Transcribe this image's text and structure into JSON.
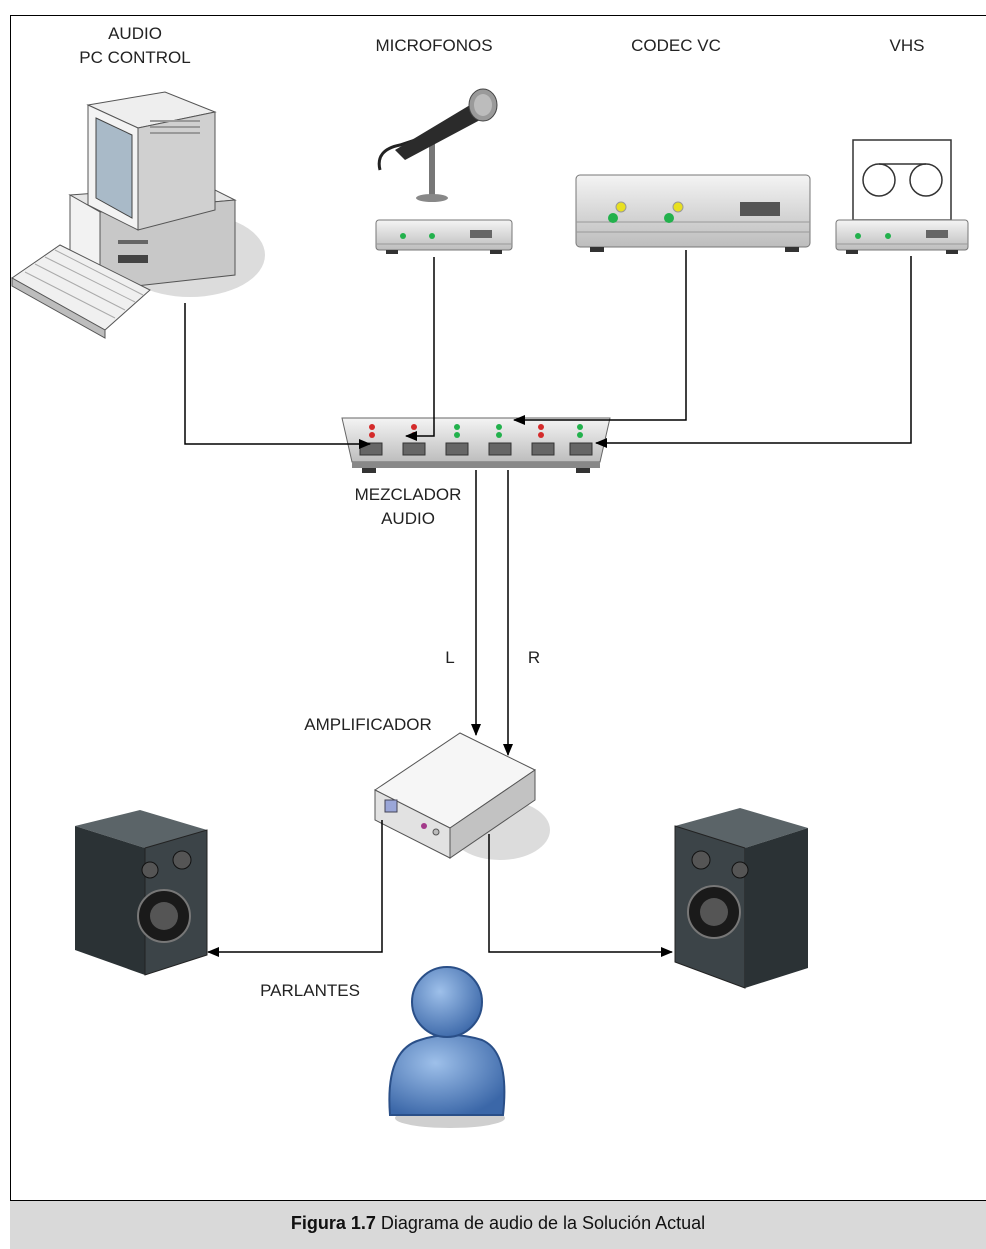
{
  "labels": {
    "pc_line1": "AUDIO",
    "pc_line2": "PC CONTROL",
    "microfonos": "MICROFONOS",
    "codec": "CODEC VC",
    "vhs": "VHS",
    "mezclador_line1": "MEZCLADOR",
    "mezclador_line2": "AUDIO",
    "left_channel": "L",
    "right_channel": "R",
    "amplificador": "AMPLIFICADOR",
    "parlantes": "PARLANTES"
  },
  "caption": {
    "figure": "Figura 1.7",
    "text": " Diagrama de audio de la Solución Actual"
  },
  "colors": {
    "led_green": "#22b14c",
    "led_red": "#d42a2a",
    "led_yellow": "#e8e020",
    "person_blue": "#4f7fc0",
    "speaker_dark": "#3c4448",
    "caption_bg": "#d9d9d9"
  }
}
